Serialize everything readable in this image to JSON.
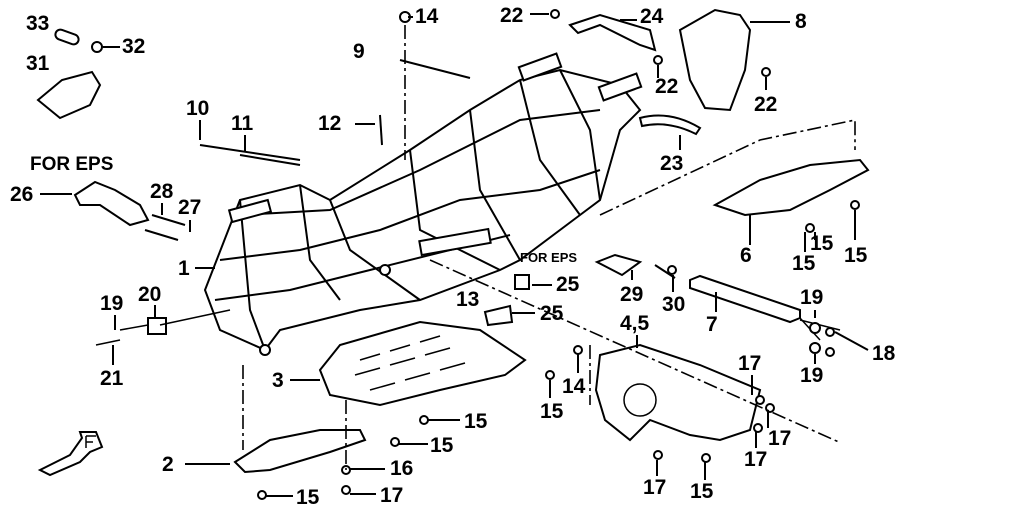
{
  "diagram": {
    "notes": [
      "FOR EPS",
      "FOR EPS"
    ],
    "callouts": [
      "33",
      "32",
      "31",
      "14",
      "22",
      "24",
      "8",
      "9",
      "22",
      "22",
      "10",
      "11",
      "12",
      "23",
      "26",
      "28",
      "27",
      "6",
      "15",
      "15",
      "15",
      "1",
      "25",
      "29",
      "30",
      "13",
      "25",
      "7",
      "19",
      "19",
      "20",
      "4,5",
      "18",
      "19",
      "21",
      "3",
      "14",
      "17",
      "15",
      "15",
      "17",
      "15",
      "17",
      "2",
      "16",
      "17",
      "15",
      "15",
      "17"
    ]
  }
}
